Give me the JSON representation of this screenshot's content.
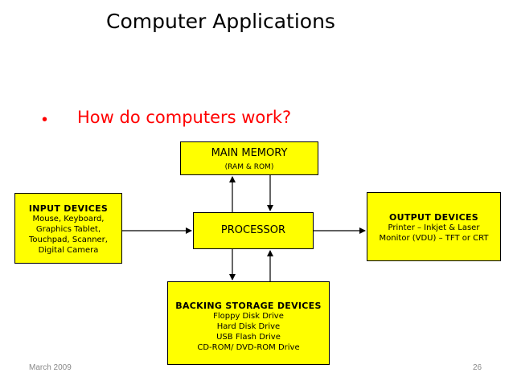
{
  "slide": {
    "title": "Computer Applications",
    "bullet": "•",
    "subtitle": "How do computers work?",
    "footer_date": "March 2009",
    "page_number": "26"
  },
  "diagram": {
    "main_memory": {
      "title": "MAIN MEMORY",
      "subtitle": "(RAM & ROM)"
    },
    "processor": {
      "title": "PROCESSOR"
    },
    "input_devices": {
      "title": "INPUT DEVICES",
      "lines": [
        "Mouse, Keyboard,",
        "Graphics Tablet,",
        "Touchpad, Scanner,",
        "Digital Camera"
      ]
    },
    "output_devices": {
      "title": "OUTPUT DEVICES",
      "lines": [
        "Printer – Inkjet & Laser",
        "Monitor (VDU) – TFT or CRT"
      ]
    },
    "backing_storage": {
      "title": "BACKING STORAGE DEVICES",
      "lines": [
        "Floppy Disk Drive",
        "Hard Disk Drive",
        "USB Flash Drive",
        "CD-ROM/ DVD-ROM Drive"
      ]
    }
  },
  "colors": {
    "box_fill": "#ffff00",
    "subtitle": "#ff0000",
    "footer": "#888888"
  }
}
